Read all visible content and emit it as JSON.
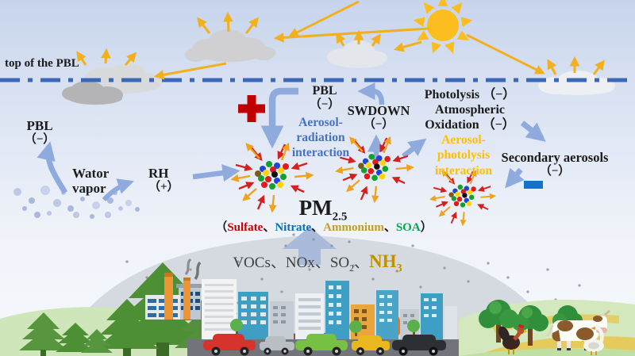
{
  "labels": {
    "top_of_pbl": "top of the PBL",
    "pbl_left": [
      "PBL",
      "（−）"
    ],
    "water_vapor": [
      "Wator",
      "vapor"
    ],
    "rh": [
      "RH",
      "（+）"
    ],
    "pbl_center": [
      "PBL",
      "（−）"
    ],
    "aerosol_radiation": [
      "Aerosol-",
      "radiation",
      "interaction"
    ],
    "swdown": [
      "SWDOWN",
      "（−）"
    ],
    "photolysis_block": [
      "Photolysis （−）",
      "Atmospheric",
      "Oxidation （−）"
    ],
    "aerosol_photolysis": [
      "Aerosol-",
      "photolysis",
      "interaction"
    ],
    "secondary_aerosols": [
      "Secondary aerosols",
      "（−）"
    ],
    "pm": {
      "base": "PM",
      "sub": "2.5"
    },
    "species": {
      "open": "（",
      "sulfate": "Sulfate",
      "sep1": "、",
      "nitrate": "Nitrate",
      "sep2": "、",
      "ammonium": "Ammonium",
      "sep3": "、",
      "soa": "SOA",
      "close": "）"
    },
    "precursors": {
      "vocs": "VOCs",
      "sep1": "、",
      "nox": "NOx",
      "sep2": "、",
      "so": "SO",
      "so_sub": "2",
      "sep3": "、",
      "nh": "NH",
      "nh_sub": "3"
    }
  },
  "colors": {
    "sulfate": "#c00000",
    "nitrate": "#0070c0",
    "ammonium": "#c49a2a",
    "soa": "#00a650",
    "nh3": "#bf9000",
    "plus_sign": "#c00000",
    "minus_sign": "#1a70c2",
    "arrow_blue": "#8faadc",
    "arrow_yellow": "#f2b01e",
    "aerosol_radiation_text": "#4472c4",
    "aerosol_photolysis_text": "#ffc000",
    "boundary_line": "#3a67b8"
  }
}
